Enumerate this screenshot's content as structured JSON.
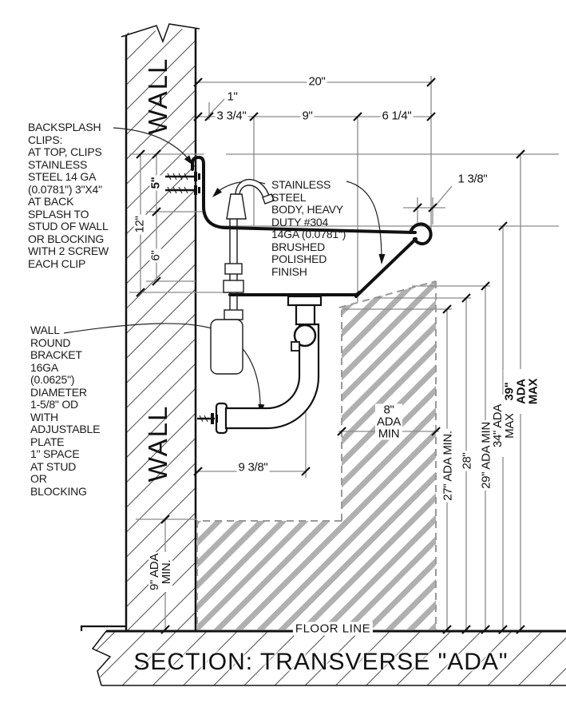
{
  "title": "SECTION: TRANSVERSE \"ADA\"",
  "wall": {
    "label_top": "WALL",
    "label_bottom": "WALL"
  },
  "floor": {
    "label": "FLOOR LINE"
  },
  "notes": {
    "backsplash_clips": "BACKSPLASH\nCLIPS:\nAT TOP, CLIPS\nSTAINLESS\nSTEEL 14 GA\n(0.0781\") 3\"X4\"\nAT BACK\nSPLASH TO\nSTUD OF WALL\nOR BLOCKING\nWITH 2 SCREW\nEACH CLIP",
    "stainless_body": "STAINLESS\nSTEEL\nBODY, HEAVY\nDUTY #304\n14GA (0.0781\")\nBRUSHED\nPOLISHED\nFINISH",
    "wall_bracket": "WALL\nROUND\nBRACKET\n16GA\n(0.0625\")\nDIAMETER\n1-5/8\" OD\nWITH\nADJUSTABLE\nPLATE\n1\" SPACE\nAT STUD\nOR\nBLOCKING"
  },
  "dimensions": {
    "overall_width": "20\"",
    "offset_1": "1\"",
    "seg_3_34": "3 3/4\"",
    "seg_9": "9\"",
    "seg_6_14": "6 1/4\"",
    "rim_roll": "1 3/8\"",
    "backsplash_5": "5\"",
    "depth_12": "12\"",
    "depth_6": "6\"",
    "knee_clearance": "8\"\nADA\nMIN",
    "drain_offset": "9 3/8\"",
    "toe_clearance": "9\" ADA\nMIN.",
    "h27": "27\" ADA MIN.",
    "h28": "28\"",
    "h29": "29\" ADA MIN",
    "h34": "34\" ADA MAX",
    "h39": "39\" ADA MAX"
  },
  "colors": {
    "line": "#111111",
    "dim_line": "#8a8a8a",
    "clearance_stripe": "#b0b0b0",
    "dashed_border": "#999999"
  }
}
